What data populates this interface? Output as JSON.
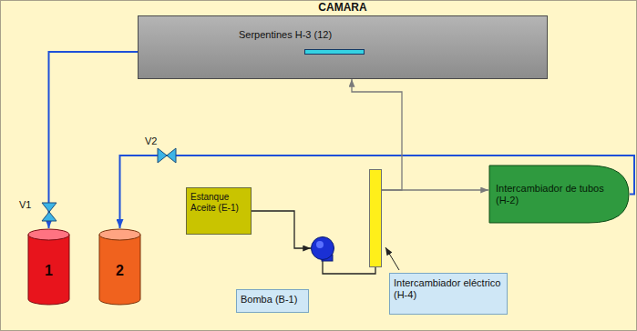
{
  "diagram": {
    "nodes": [
      {
        "text": [
          "CAMARA"
        ]
      },
      {
        "text": [
          "Serpentines H-3 (12)"
        ],
        "in": 0
      },
      {
        "text": [
          "1"
        ]
      },
      {
        "text": [
          "2"
        ]
      },
      {
        "text": [
          "Estanque Aceite (E-1)"
        ]
      },
      {
        "text": [
          "Bomba (B-1)"
        ]
      },
      {
        "text": [
          "Intercambiador eléctrico (H-4)"
        ]
      },
      {
        "text": [
          "Intercambiador de tubos (H-2)"
        ]
      }
    ],
    "edges": [
      {
        "from": 1,
        "to": 2,
        "arrow": "to"
      },
      {
        "from": 7,
        "to": 3,
        "arrow": "to"
      },
      {
        "from": 4,
        "to": 5,
        "arrow": "to"
      },
      {
        "from": 5,
        "to": 6,
        "arrow": "none"
      },
      {
        "from": 6,
        "to": 0,
        "arrow": "to"
      },
      {
        "from": 6,
        "to": 7,
        "arrow": "to"
      }
    ],
    "labels": [
      "V1",
      "V2"
    ]
  }
}
